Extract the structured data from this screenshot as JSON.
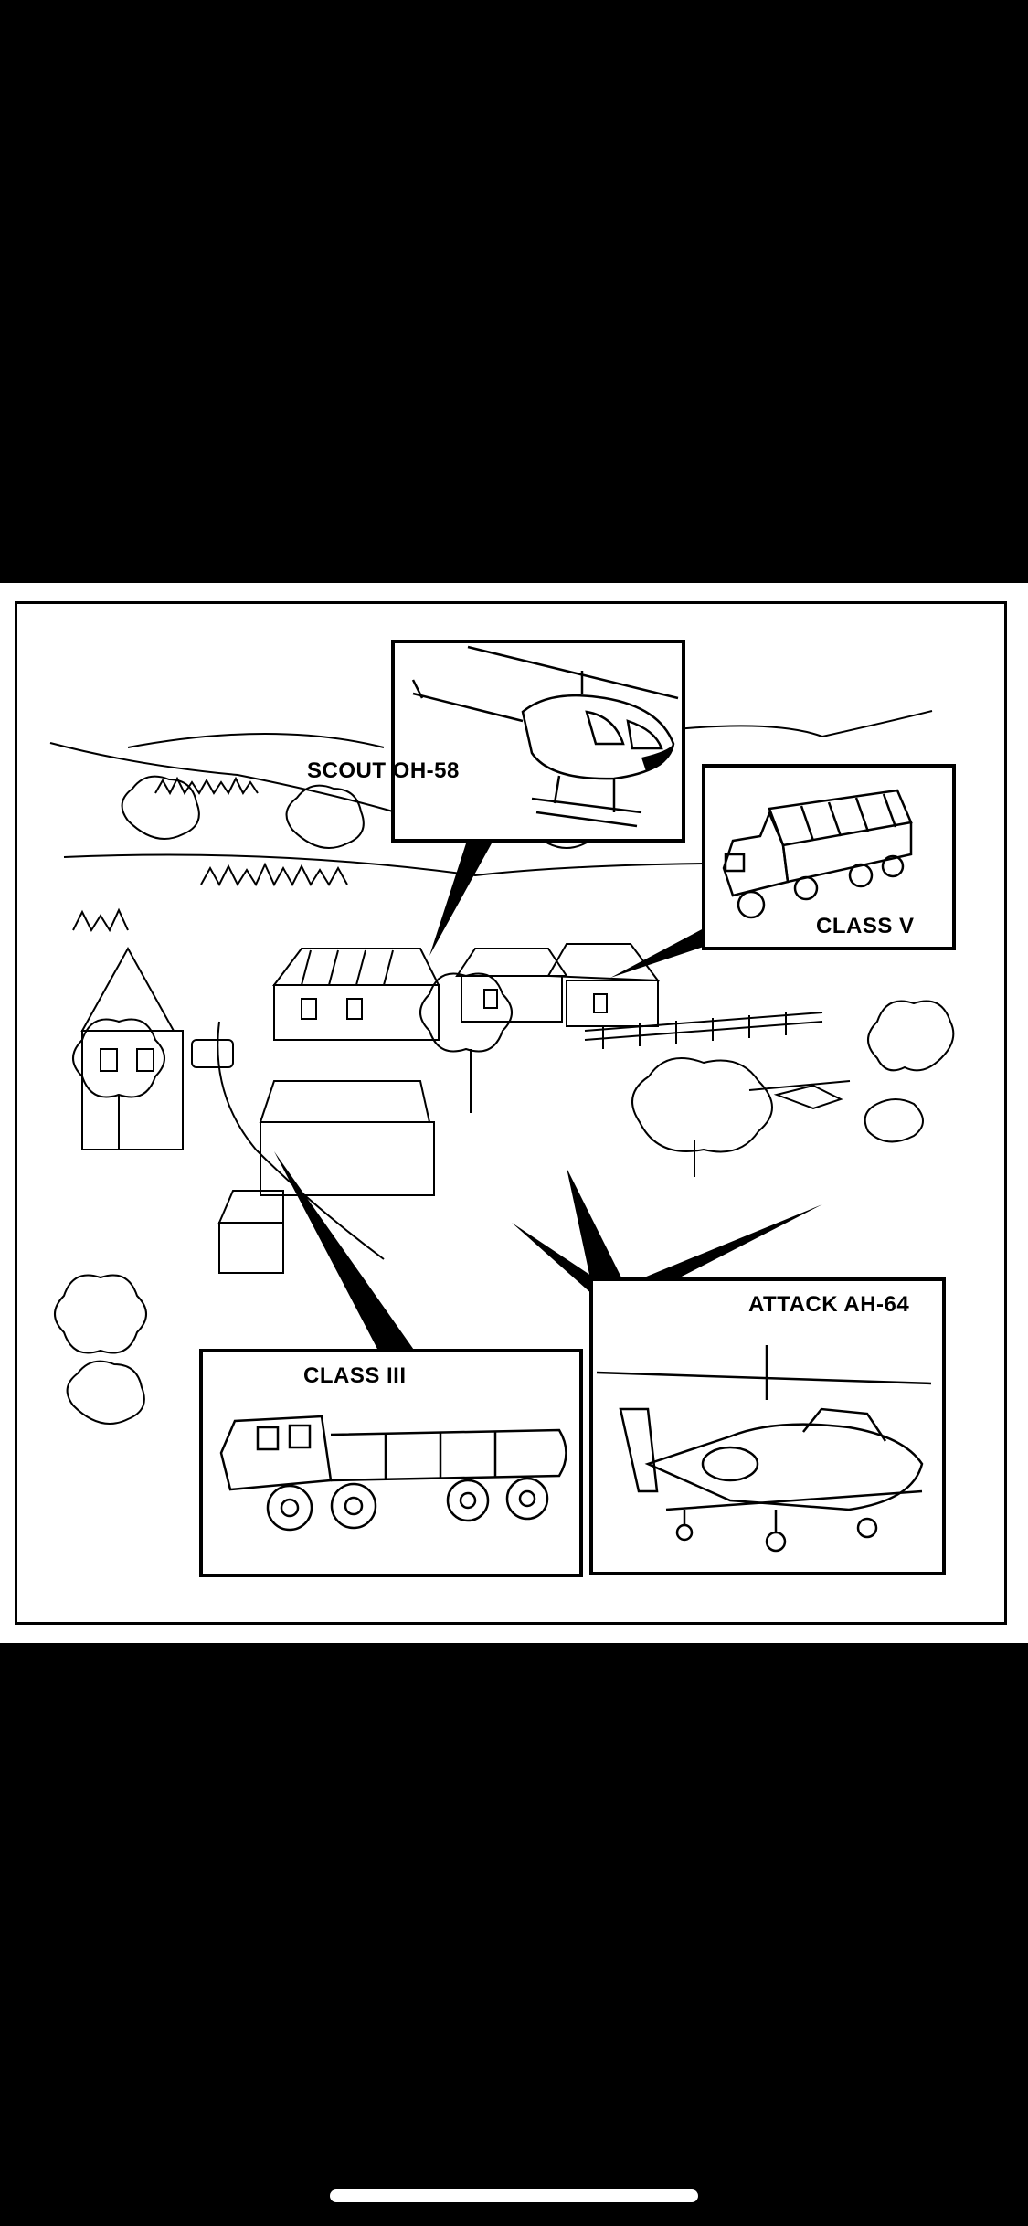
{
  "labels": {
    "scout": "SCOUT OH-58",
    "class_v": "CLASS V",
    "attack": "ATTACK AH-64",
    "class_iii": "CLASS III"
  },
  "colors": {
    "background": "#000000",
    "paper": "#ffffff",
    "ink": "#000000"
  },
  "icons": [
    "scout-helicopter-icon",
    "cargo-truck-icon",
    "attack-helicopter-icon",
    "fuel-tanker-icon",
    "farm-house-icon",
    "tree-icon"
  ]
}
